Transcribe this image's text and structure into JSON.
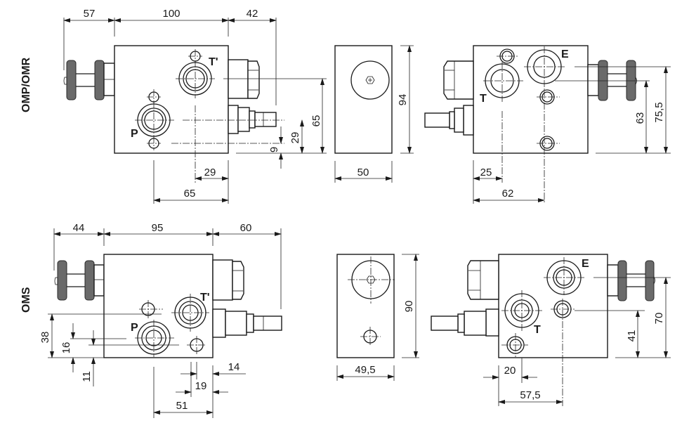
{
  "title": "Valve block dimensional drawing",
  "sections": [
    {
      "label": "OMP/OMR",
      "front": {
        "dims": {
          "left_knob": "57",
          "body_width": "100",
          "right_fitting": "42",
          "p_to_right": "65",
          "t_to_right": "29",
          "height_65": "65",
          "height_29": "29",
          "height_9": "9"
        },
        "ports": {
          "p": "P",
          "t_prime": "T'"
        }
      },
      "side": {
        "dims": {
          "width": "50",
          "height": "94"
        }
      },
      "rear": {
        "dims": {
          "t_from_left": "25",
          "e_from_left": "62",
          "height_63": "63",
          "height_75_5": "75,5"
        },
        "ports": {
          "t": "T",
          "e": "E"
        }
      }
    },
    {
      "label": "OMS",
      "front": {
        "dims": {
          "left_knob": "44",
          "body_width": "95",
          "right_fitting": "60",
          "height_38": "38",
          "height_16": "16",
          "height_11": "11",
          "dim_14": "14",
          "dim_19": "19",
          "dim_51": "51"
        },
        "ports": {
          "p": "P",
          "t_prime": "T'"
        }
      },
      "side": {
        "dims": {
          "width": "49,5",
          "height": "90"
        }
      },
      "rear": {
        "dims": {
          "t_from_left": "20",
          "e_from_left": "57,5",
          "height_41": "41",
          "height_70": "70"
        },
        "ports": {
          "t": "T",
          "e": "E"
        }
      }
    }
  ]
}
